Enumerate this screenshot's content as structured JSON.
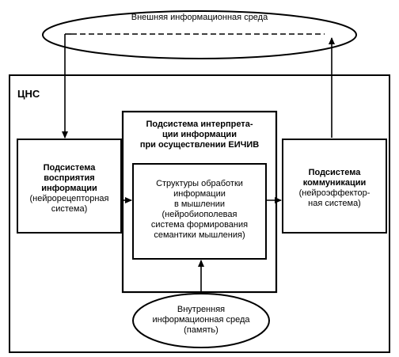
{
  "external_env": {
    "label": "Внешняя информационная среда"
  },
  "cns": {
    "label": "ЦНС"
  },
  "interpretation": {
    "title_lines": [
      "Подсистема интерпрета-",
      "ции информации",
      "при осуществлении ЕИЧИВ"
    ],
    "inner_lines": [
      "Структуры обработки",
      "информации",
      "в мышлении",
      "(нейробиополевая",
      "система формирования",
      "семантики мышления)"
    ]
  },
  "perception": {
    "title_lines": [
      "Подсистема",
      "восприятия",
      "информации"
    ],
    "sub_lines": [
      "(нейрорецепторная",
      "система)"
    ]
  },
  "communication": {
    "title_lines": [
      "Подсистема",
      "коммуникации"
    ],
    "sub_lines": [
      "(нейроэффектор-",
      "ная система)"
    ]
  },
  "internal_env": {
    "lines": [
      "Внутренняя",
      "информационная среда",
      "(память)"
    ]
  }
}
